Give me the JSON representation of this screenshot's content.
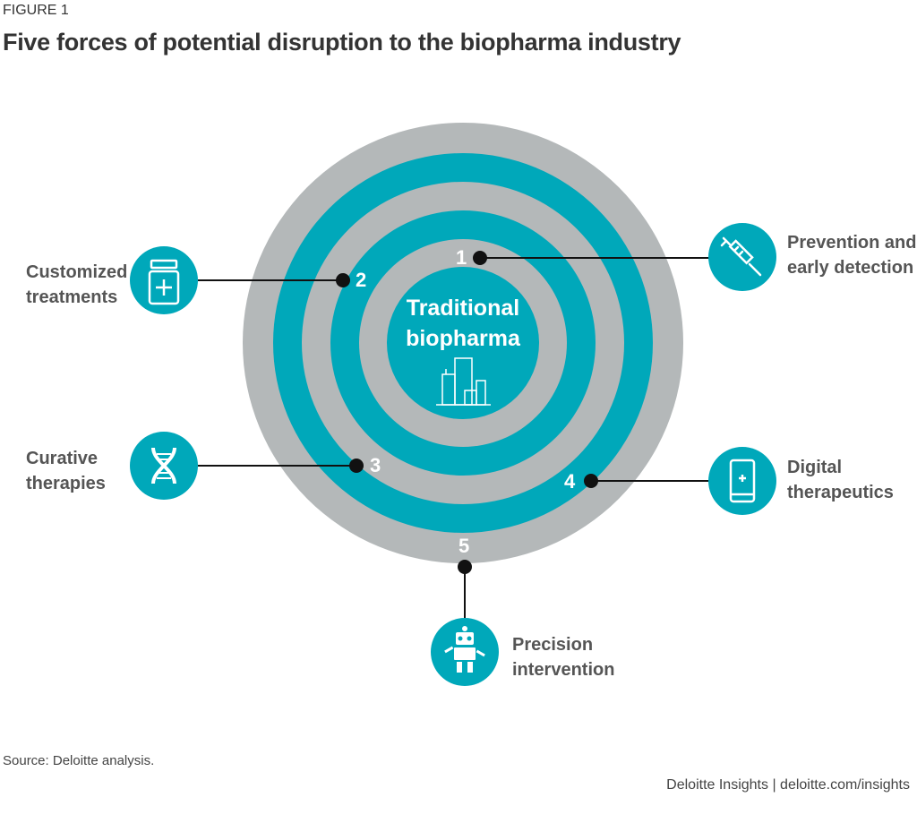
{
  "figure_label": "FIGURE 1",
  "title": "Five forces of potential disruption to the biopharma industry",
  "center": {
    "line1": "Traditional",
    "line2": "biopharma"
  },
  "forces": [
    {
      "number": "1",
      "line1": "Prevention and",
      "line2": "early detection",
      "icon": "syringe-icon"
    },
    {
      "number": "2",
      "line1": "Customized",
      "line2": "treatments",
      "icon": "medicine-bottle-icon"
    },
    {
      "number": "3",
      "line1": "Curative",
      "line2": "therapies",
      "icon": "dna-icon"
    },
    {
      "number": "4",
      "line1": "Digital",
      "line2": "therapeutics",
      "icon": "smartphone-icon"
    },
    {
      "number": "5",
      "line1": "Precision",
      "line2": "intervention",
      "icon": "robot-icon"
    }
  ],
  "source": "Source: Deloitte analysis.",
  "footer": "Deloitte Insights | deloitte.com/insights",
  "colors": {
    "teal": "#00a8ba",
    "gray": "#b4b8b9"
  }
}
